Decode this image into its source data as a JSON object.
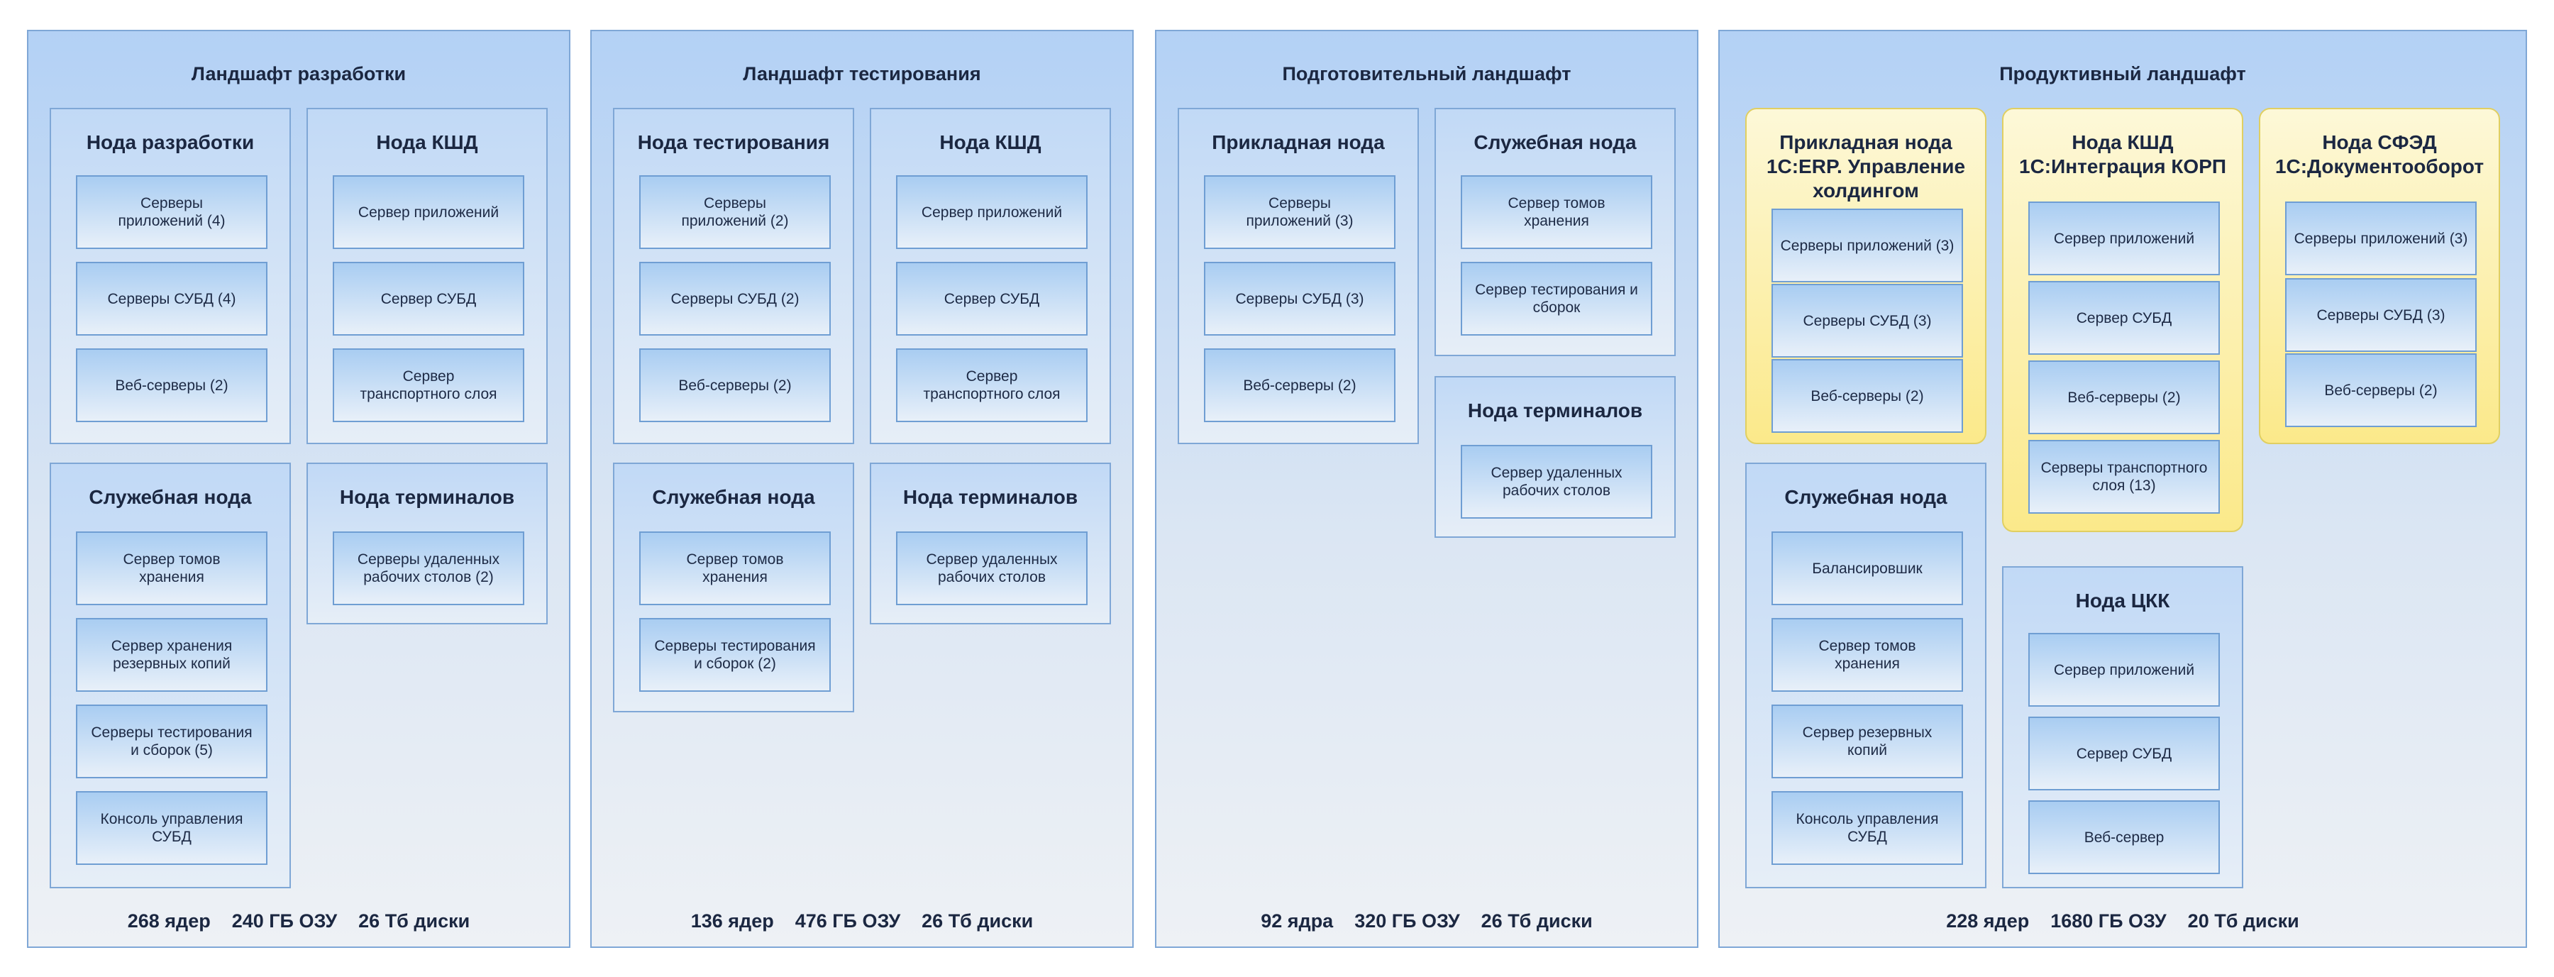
{
  "landscapes": [
    {
      "title": "Ландшафт разработки",
      "footer": {
        "cores": "268 ядер",
        "ram": "240 ГБ ОЗУ",
        "disk": "26 Тб диски"
      }
    },
    {
      "title": "Ландшафт тестирования",
      "footer": {
        "cores": "136 ядер",
        "ram": "476 ГБ ОЗУ",
        "disk": "26 Тб диски"
      }
    },
    {
      "title": "Подготовительный ландшафт",
      "footer": {
        "cores": "92 ядра",
        "ram": "320 ГБ ОЗУ",
        "disk": "26 Тб диски"
      }
    },
    {
      "title": "Продуктивный ландшафт",
      "footer": {
        "cores": "228 ядер",
        "ram": "1680 ГБ ОЗУ",
        "disk": "20 Тб диски"
      }
    }
  ],
  "nodes": [
    {
      "id": "dev-app",
      "title": "Нода разработки",
      "servers": [
        "Серверы\nприложений (4)",
        "Серверы СУБД (4)",
        "Веб-серверы (2)"
      ]
    },
    {
      "id": "dev-kshd",
      "title": "Нода КШД",
      "servers": [
        "Сервер приложений",
        "Сервер СУБД",
        "Сервер\nтранспортного слоя"
      ]
    },
    {
      "id": "dev-service",
      "title": "Служебная нода",
      "servers": [
        "Сервер томов\nхранения",
        "Сервер хранения\nрезервных копий",
        "Серверы тестирования\nи сборок (5)",
        "Консоль управления\nСУБД"
      ]
    },
    {
      "id": "dev-term",
      "title": "Нода терминалов",
      "servers": [
        "Серверы удаленных\nрабочих столов (2)"
      ]
    },
    {
      "id": "test-app",
      "title": "Нода тестирования",
      "servers": [
        "Серверы\nприложений (2)",
        "Серверы СУБД (2)",
        "Веб-серверы (2)"
      ]
    },
    {
      "id": "test-kshd",
      "title": "Нода КШД",
      "servers": [
        "Сервер приложений",
        "Сервер СУБД",
        "Сервер\nтранспортного слоя"
      ]
    },
    {
      "id": "test-service",
      "title": "Служебная нода",
      "servers": [
        "Сервер томов\nхранения",
        "Серверы тестирования\nи сборок (2)"
      ]
    },
    {
      "id": "test-term",
      "title": "Нода терминалов",
      "servers": [
        "Сервер удаленных\nрабочих столов"
      ]
    },
    {
      "id": "prep-app",
      "title": "Прикладная нода",
      "servers": [
        "Серверы\nприложений (3)",
        "Серверы СУБД (3)",
        "Веб-серверы (2)"
      ]
    },
    {
      "id": "prep-service",
      "title": "Служебная нода",
      "servers": [
        "Сервер томов\nхранения",
        "Сервер тестирования и\nсборок"
      ]
    },
    {
      "id": "prep-term",
      "title": "Нода терминалов",
      "servers": [
        "Сервер удаленных\nрабочих столов"
      ]
    },
    {
      "id": "prod-erp",
      "title": "Прикладная нода\n1С:ERP. Управление\nхолдингом",
      "servers": [
        "Серверы приложений (3)",
        "Серверы СУБД (3)",
        "Веб-серверы (2)"
      ]
    },
    {
      "id": "prod-kshd",
      "title": "Нода КШД\n1С:Интеграция КОРП",
      "servers": [
        "Сервер приложений",
        "Сервер СУБД",
        "Веб-серверы (2)",
        "Серверы транспортного\nслоя (13)"
      ]
    },
    {
      "id": "prod-sfed",
      "title": "Нода СФЭД\n1С:Документооборот",
      "servers": [
        "Серверы приложений (3)",
        "Серверы СУБД (3)",
        "Веб-серверы (2)"
      ]
    },
    {
      "id": "prod-service",
      "title": "Служебная нода",
      "servers": [
        "Балансировшик",
        "Сервер томов\nхранения",
        "Сервер резервных\nкопий",
        "Консоль управления\nСУБД"
      ]
    },
    {
      "id": "prod-ckk",
      "title": "Нода ЦКК",
      "servers": [
        "Сервер приложений",
        "Сервер СУБД",
        "Веб-сервер"
      ]
    }
  ],
  "colors": {
    "landscape_border": "#7fa7d6",
    "node_blue": "#c1d9f6",
    "node_yellow": "#fbe98a",
    "server_fill": "#a9cdf2",
    "text": "#1b2741"
  }
}
